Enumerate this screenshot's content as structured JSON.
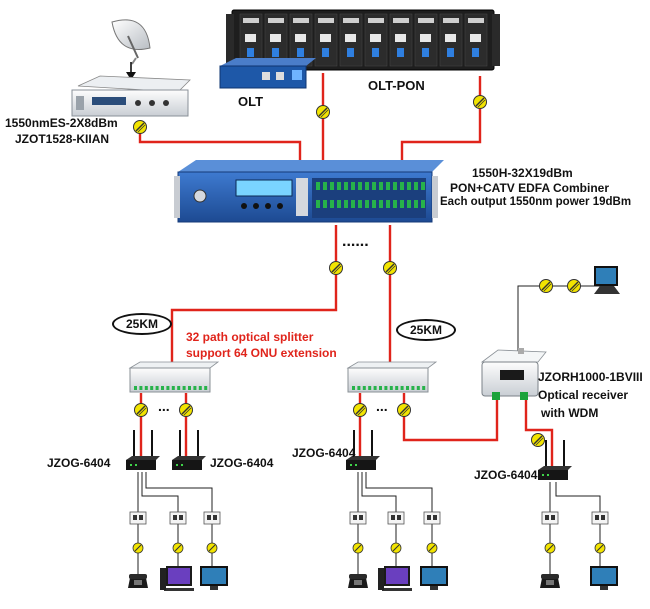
{
  "labels": {
    "satellite_model": "1550nmES-2X8dBm",
    "satellite_model2": "JZOT1528-KIIAN",
    "olt": "OLT",
    "olt_pon": "OLT-PON",
    "edfa_line1": "1550H-32X19dBm",
    "edfa_line2": "PON+CATV EDFA Combiner",
    "edfa_line3": "Each output 1550nm power 19dBm",
    "distance_left": "25KM",
    "distance_right": "25KM",
    "splitter_line1": "32 path optical splitter",
    "splitter_line2": "support 64 ONU extension",
    "receiver_model": "JZORH1000-1BVIII",
    "receiver_line2": "Optical receiver",
    "receiver_line3": "with WDM",
    "onu_1": "JZOG-6404",
    "onu_2": "JZOG-6404",
    "onu_3": "JZOG-6404",
    "onu_4": "JZOG-6404",
    "dots_edfa": "......",
    "dots_splitter_left": "...",
    "dots_splitter_right": "..."
  },
  "colors": {
    "fiber": "#e0241b",
    "cable": "#222222",
    "edfa_blue": "#2a5fb0",
    "chassis": "#1e1e1e",
    "connector_yellow": "#f2e400"
  },
  "icons": [
    "satellite-dish-icon",
    "connector-icon",
    "router-icon",
    "phone-icon",
    "pc-icon",
    "tv-icon"
  ]
}
